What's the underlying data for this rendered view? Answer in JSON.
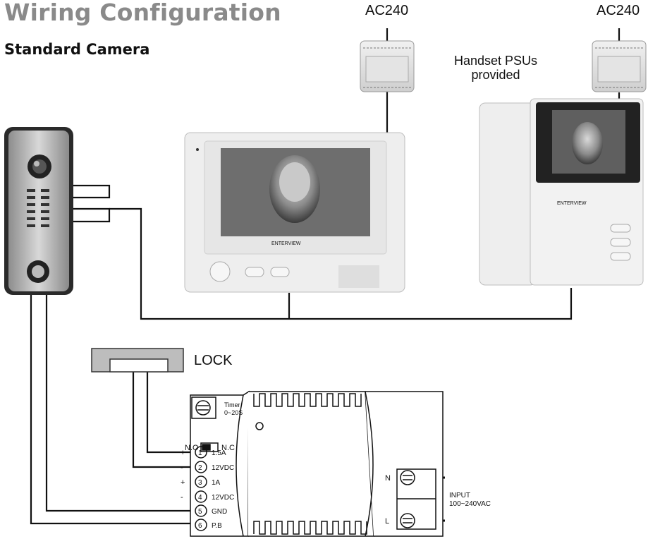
{
  "title": "Wiring Configuration",
  "subtitle": "Standard Camera",
  "psu_label_1": "AC240",
  "psu_label_2": "AC240",
  "handset_note": "Handset PSUs\nprovided",
  "lock_label": "LOCK",
  "monitor_brand": "ENTERVIEW",
  "power_supply": {
    "timer_label": "Timer",
    "timer_range": "0~20S",
    "no_label": "N.O",
    "nc_label": "N.C",
    "terminals": [
      {
        "number": "1",
        "polarity": "+",
        "label": "1.5A"
      },
      {
        "number": "2",
        "polarity": "-",
        "label": "12VDC"
      },
      {
        "number": "3",
        "polarity": "+",
        "label": "1A"
      },
      {
        "number": "4",
        "polarity": "-",
        "label": "12VDC"
      },
      {
        "number": "5",
        "polarity": "",
        "label": "GND"
      },
      {
        "number": "6",
        "polarity": "",
        "label": "P.B"
      }
    ],
    "input_n": "N",
    "input_l": "L",
    "input_label": "INPUT",
    "input_range": "100~240VAC"
  },
  "colors": {
    "title": "#8a8a8a",
    "wire": "#111111",
    "device_body": "#eeeeee"
  }
}
